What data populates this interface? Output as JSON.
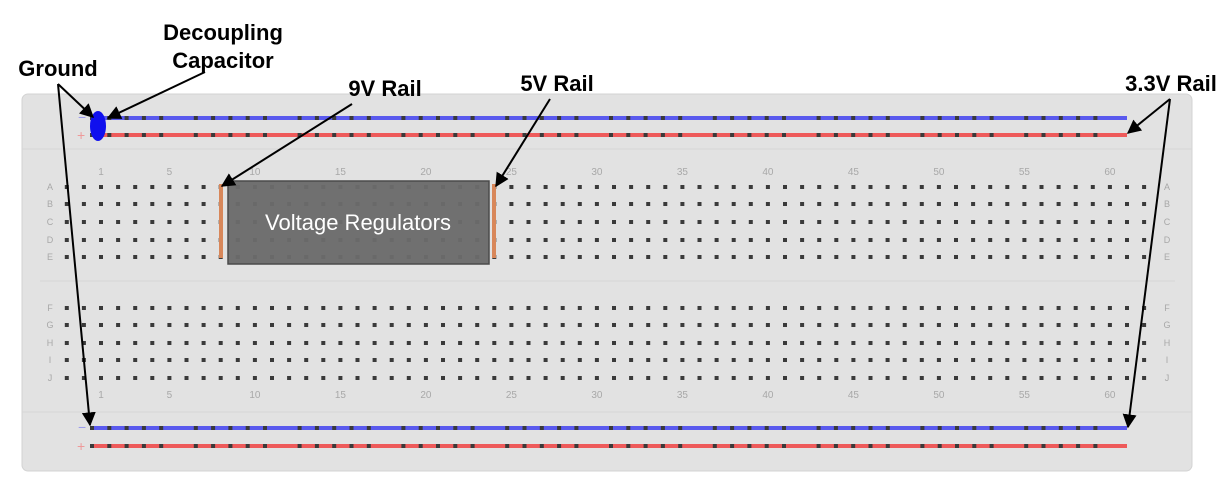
{
  "annotations": {
    "decoupling_capacitor_line1": "Decoupling",
    "decoupling_capacitor_line2": "Capacitor",
    "ground": "Ground",
    "rail_9v": "9V Rail",
    "rail_5v": "5V Rail",
    "rail_3v3": "3.3V Rail"
  },
  "regulator_block": {
    "label": "Voltage Regulators"
  },
  "breadboard": {
    "columns": 60,
    "column_number_labels": [
      "1",
      "5",
      "10",
      "15",
      "20",
      "25",
      "30",
      "35",
      "40",
      "45",
      "50",
      "55",
      "60"
    ],
    "top_rows": [
      "A",
      "B",
      "C",
      "D",
      "E"
    ],
    "bottom_rows": [
      "F",
      "G",
      "H",
      "I",
      "J"
    ],
    "rail_minus_symbol": "−",
    "rail_plus_symbol": "+"
  },
  "colors": {
    "board": "#e2e2e2",
    "board_border": "#d0d0d0",
    "hole": "#3a3a3a",
    "negative_rail": "#5555ee",
    "positive_rail": "#ee5555",
    "regulator_fill": "#6b6b6b",
    "capacitor": "#1010ee",
    "jumper": "#d8875a"
  }
}
